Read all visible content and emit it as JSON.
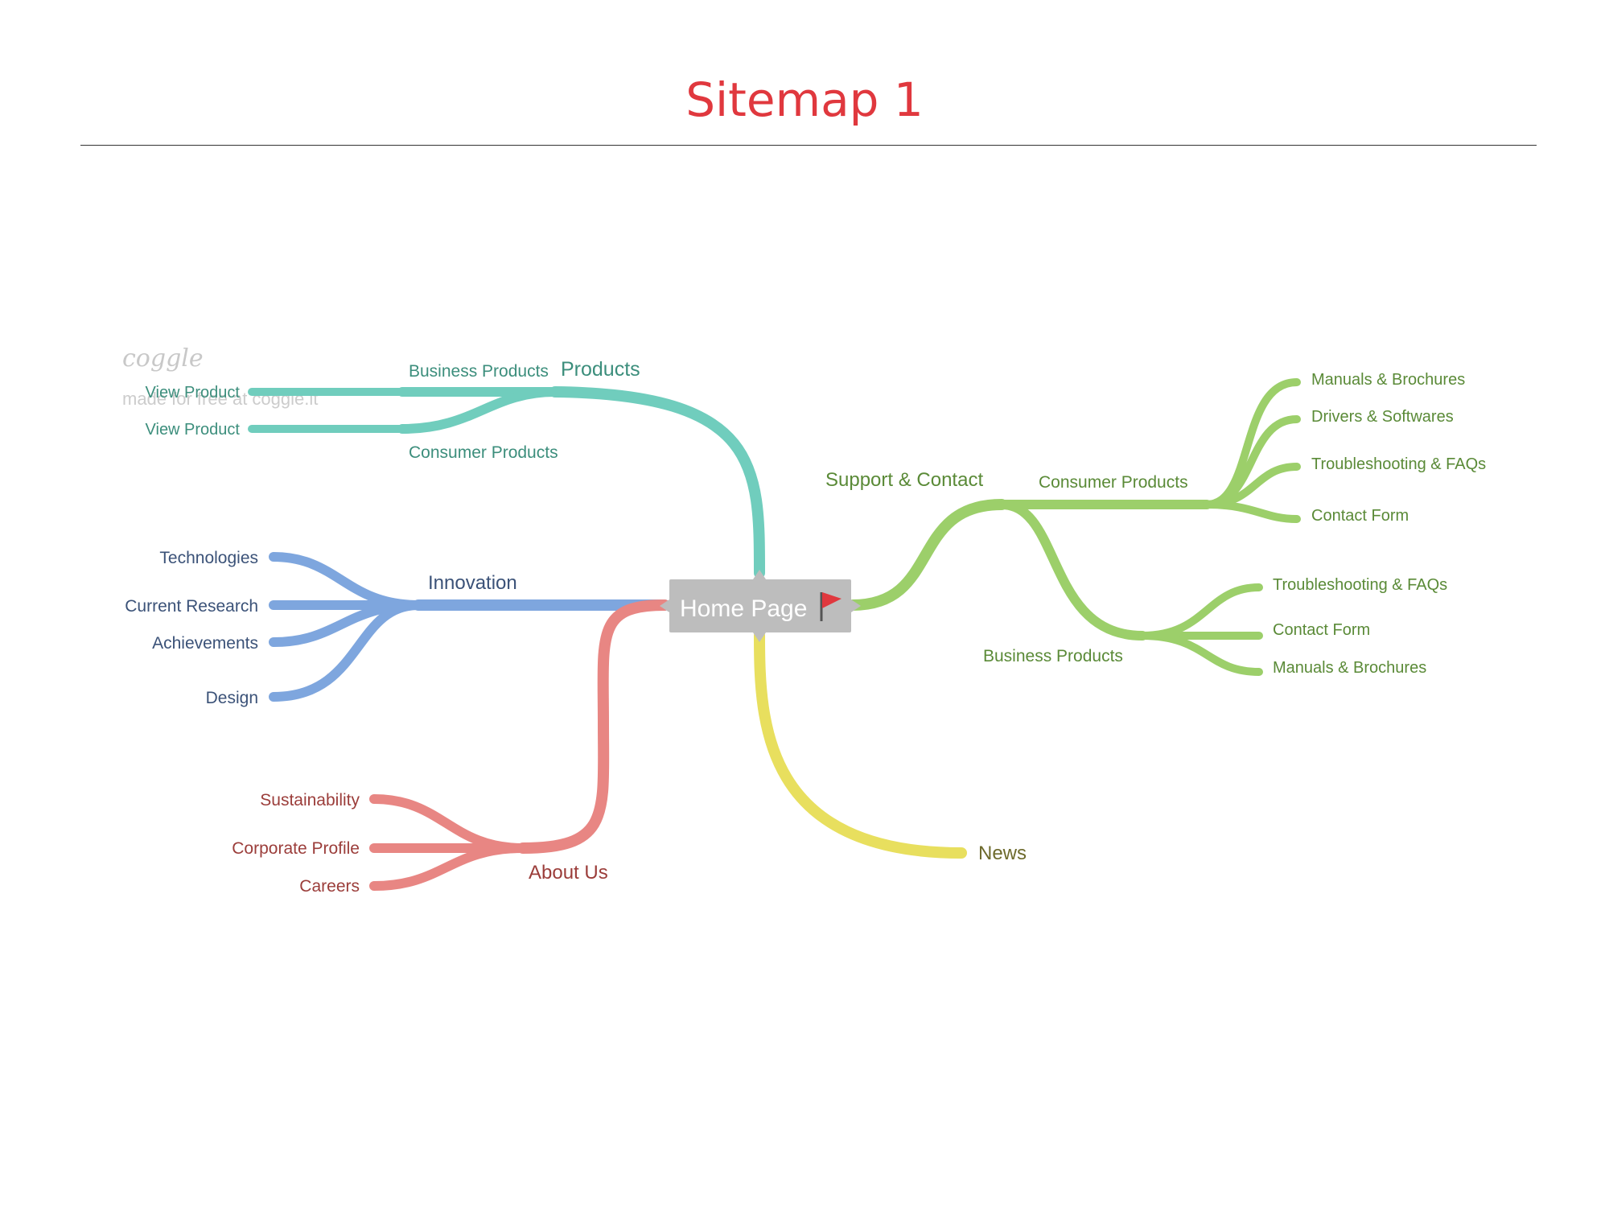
{
  "title": "Sitemap 1",
  "colors": {
    "title": "#e0383e",
    "rule": "#333333",
    "products": "#70cdbd",
    "products_text": "#3c8e7c",
    "innovation": "#7ea6de",
    "innovation_text": "#3b5278",
    "about": "#e88683",
    "about_text": "#9b3d3a",
    "news": "#e8df5e",
    "news_text": "#6d6a2c",
    "support": "#9ccf6a",
    "support_text": "#5a8a37",
    "home_box": "#bdbdbd",
    "flag": "#e0383e"
  },
  "watermark": {
    "brand": "coggle",
    "tagline": "made for free at coggle.it"
  },
  "root": {
    "label": "Home Page",
    "icon": "flag-icon"
  },
  "branches": {
    "products": {
      "label": "Products",
      "children": [
        {
          "label": "Business Products",
          "children": [
            {
              "label": "View Product"
            }
          ]
        },
        {
          "label": "Consumer Products",
          "children": [
            {
              "label": "View Product"
            }
          ]
        }
      ]
    },
    "innovation": {
      "label": "Innovation",
      "children": [
        {
          "label": "Technologies"
        },
        {
          "label": "Current Research"
        },
        {
          "label": "Achievements"
        },
        {
          "label": "Design"
        }
      ]
    },
    "about": {
      "label": "About Us",
      "children": [
        {
          "label": "Sustainability"
        },
        {
          "label": "Corporate Profile"
        },
        {
          "label": "Careers"
        }
      ]
    },
    "news": {
      "label": "News"
    },
    "support": {
      "label": "Support & Contact",
      "children": [
        {
          "label": "Consumer Products",
          "children": [
            {
              "label": "Manuals & Brochures"
            },
            {
              "label": "Drivers & Softwares"
            },
            {
              "label": "Troubleshooting & FAQs"
            },
            {
              "label": "Contact Form"
            }
          ]
        },
        {
          "label": "Business Products",
          "children": [
            {
              "label": "Troubleshooting & FAQs"
            },
            {
              "label": "Contact Form"
            },
            {
              "label": "Manuals & Brochures"
            }
          ]
        }
      ]
    }
  }
}
